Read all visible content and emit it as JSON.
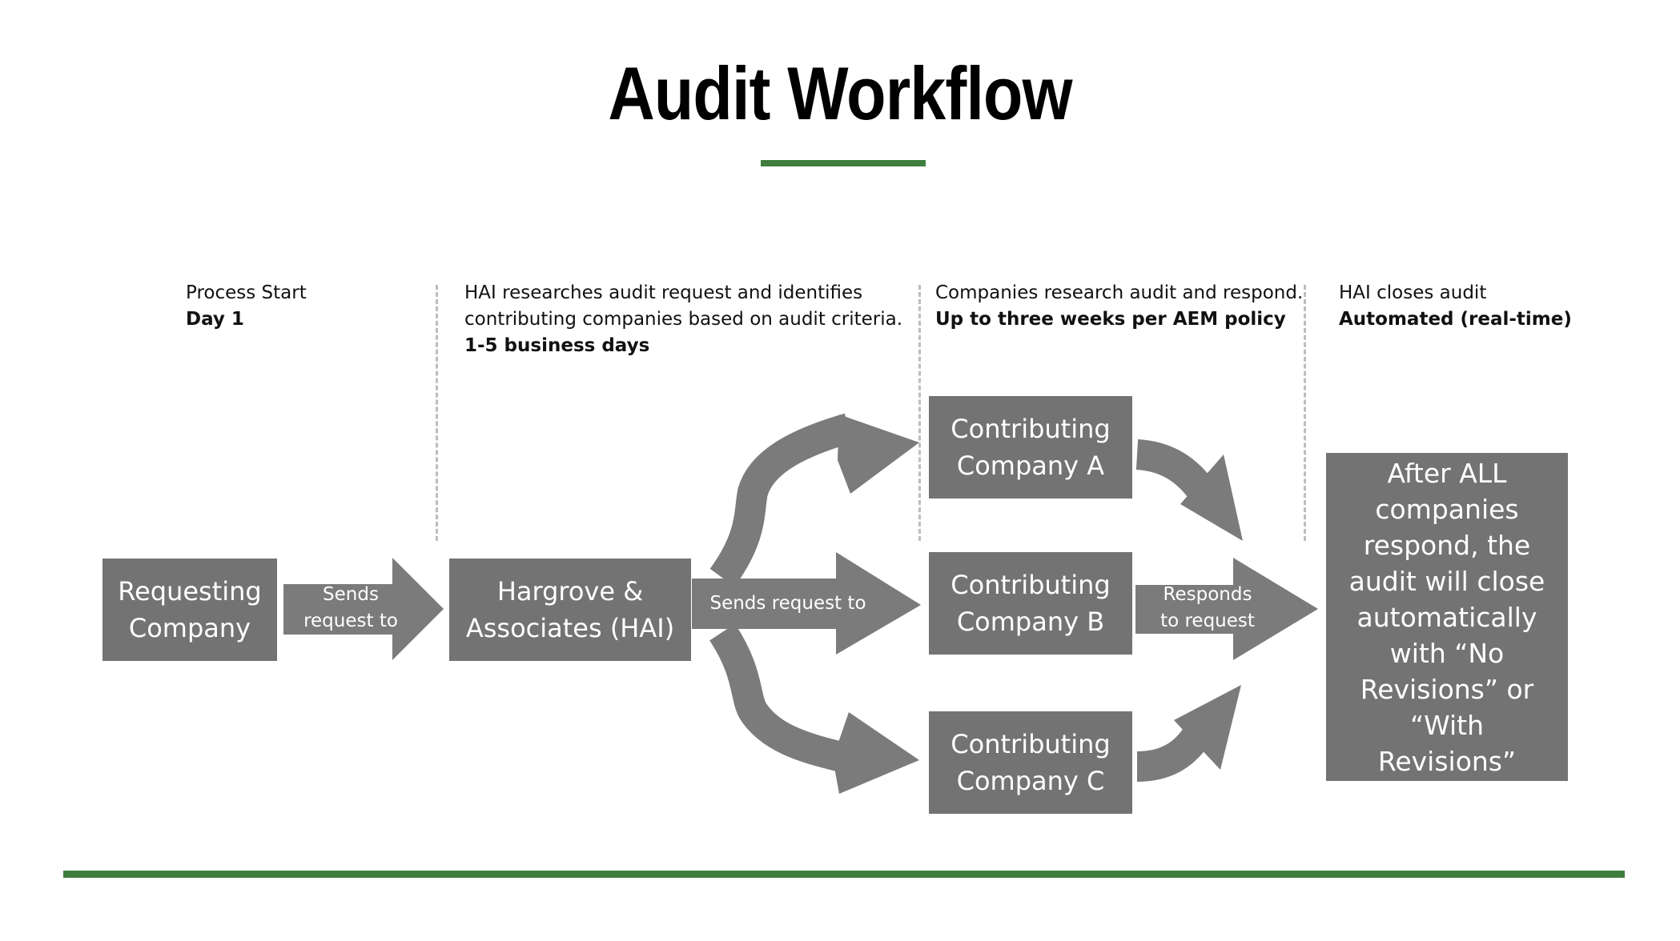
{
  "title": "Audit Workflow",
  "colors": {
    "accent": "#3f7d3e",
    "box": "#737373",
    "arrow": "#7b7b7b",
    "divider": "#bdbdbd"
  },
  "stages": [
    {
      "lines": [
        "Process Start"
      ],
      "duration": "Day 1"
    },
    {
      "lines": [
        "HAI researches audit request and identifies",
        "contributing companies based on audit criteria."
      ],
      "duration": "1-5 business days"
    },
    {
      "lines": [
        "Companies research audit and respond."
      ],
      "duration": "Up to three weeks per AEM policy"
    },
    {
      "lines": [
        "HAI closes audit"
      ],
      "duration": "Automated (real-time)"
    }
  ],
  "nodes": {
    "requesting": [
      "Requesting",
      "Company"
    ],
    "hai": [
      "Hargrove &",
      "Associates (HAI)"
    ],
    "company_a": [
      "Contributing",
      "Company A"
    ],
    "company_b": [
      "Contributing",
      "Company B"
    ],
    "company_c": [
      "Contributing",
      "Company C"
    ],
    "final": [
      "After ALL",
      "companies",
      "respond, the",
      "audit will close",
      "automatically",
      "with “No",
      "Revisions” or",
      "“With Revisions”"
    ]
  },
  "edges": {
    "sends_request_1": [
      "Sends",
      "request to"
    ],
    "sends_request_2": [
      "Sends request to"
    ],
    "responds": [
      "Responds",
      "to request"
    ]
  }
}
